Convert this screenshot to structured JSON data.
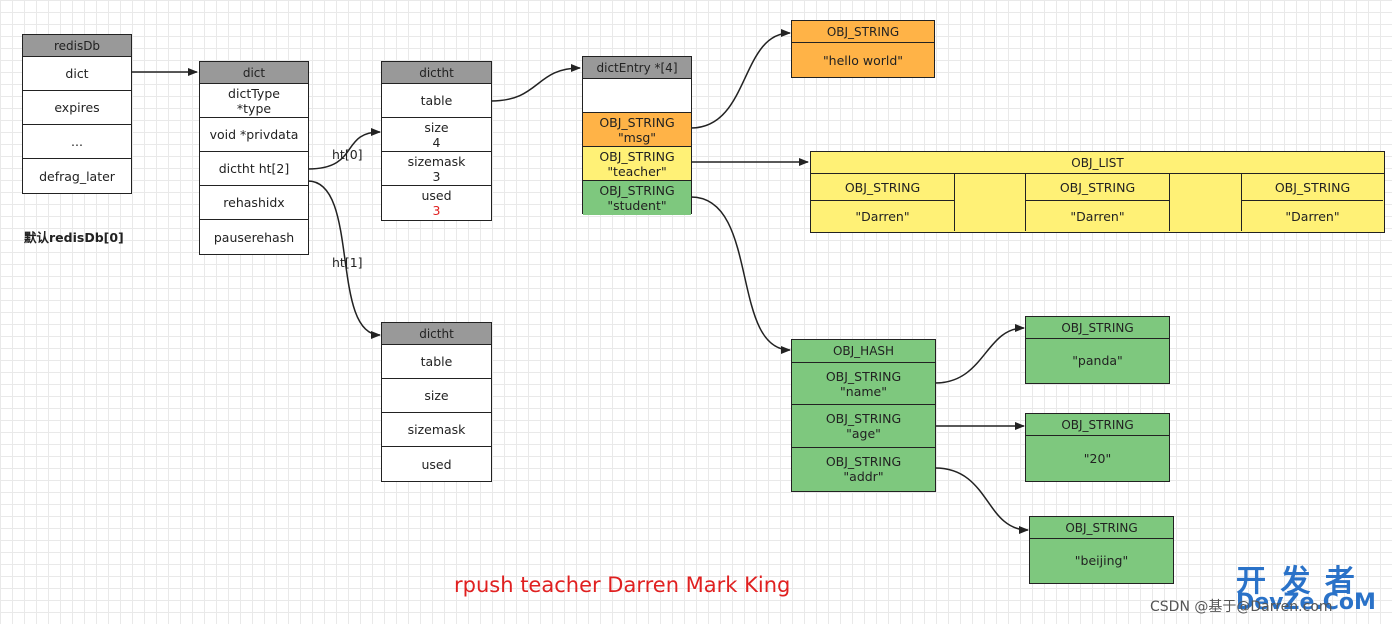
{
  "redisdb": {
    "header": "redisDb",
    "rows": [
      "dict",
      "expires",
      "...",
      "defrag_later"
    ],
    "caption": "默认redisDb[0]"
  },
  "dict": {
    "header": "dict",
    "rows": [
      "dictType\n*type",
      "void *privdata",
      "dictht ht[2]",
      "rehashidx",
      "pauserehash"
    ]
  },
  "dictht0": {
    "header": "dictht",
    "rows": [
      "table",
      "size\n4",
      "sizemask\n3",
      "used\n3"
    ]
  },
  "dictht1": {
    "header": "dictht",
    "rows": [
      "table",
      "size",
      "sizemask",
      "used"
    ]
  },
  "entries": {
    "header": "dictEntry *[4]",
    "rows": [
      "",
      "OBJ_STRING\n\"msg\"",
      "OBJ_STRING\n\"teacher\"",
      "OBJ_STRING\n\"student\""
    ]
  },
  "hello": {
    "header": "OBJ_STRING",
    "value": "\"hello world\""
  },
  "list": {
    "header": "OBJ_LIST",
    "items": [
      {
        "header": "OBJ_STRING",
        "value": "\"Darren\""
      },
      {
        "header": "OBJ_STRING",
        "value": "\"Darren\""
      },
      {
        "header": "OBJ_STRING",
        "value": "\"Darren\""
      }
    ]
  },
  "hash": {
    "header": "OBJ_HASH",
    "rows": [
      "OBJ_STRING\n\"name\"",
      "OBJ_STRING\n\"age\"",
      "OBJ_STRING\n\"addr\""
    ]
  },
  "panda": {
    "header": "OBJ_STRING",
    "value": "\"panda\""
  },
  "twenty": {
    "header": "OBJ_STRING",
    "value": "\"20\""
  },
  "beijing": {
    "header": "OBJ_STRING",
    "value": "\"beijing\""
  },
  "labels": {
    "ht0": "ht[0]",
    "ht1": "ht[1]"
  },
  "command": "rpush teacher Darren Mark King",
  "watermark": {
    "logo": "开 发 者",
    "logo_sub": "DevZe.CoM",
    "credit": "CSDN @基于@Darren.com"
  },
  "colors": {
    "header_gray": "#999999",
    "orange": "#ffb347",
    "yellow": "#fff176",
    "green": "#7ec87e",
    "red": "#e02020",
    "line": "#222222"
  }
}
